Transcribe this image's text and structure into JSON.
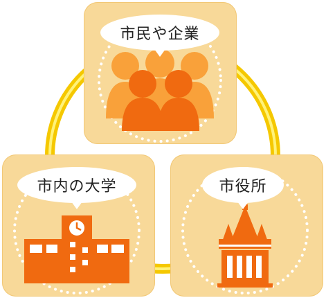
{
  "diagram": {
    "nodes": [
      {
        "id": "citizens",
        "label": "市民や企業",
        "icon": "people-icon"
      },
      {
        "id": "university",
        "label": "市内の大学",
        "icon": "university-building-icon"
      },
      {
        "id": "city-hall",
        "label": "市役所",
        "icon": "city-hall-icon"
      }
    ],
    "colors": {
      "card_fill": "#f8d999",
      "icon_orange": "#f06a10",
      "icon_light_orange": "#f9a13a",
      "ring_yellow": "#f5c800",
      "dotted_circle": "#ffffff"
    }
  }
}
